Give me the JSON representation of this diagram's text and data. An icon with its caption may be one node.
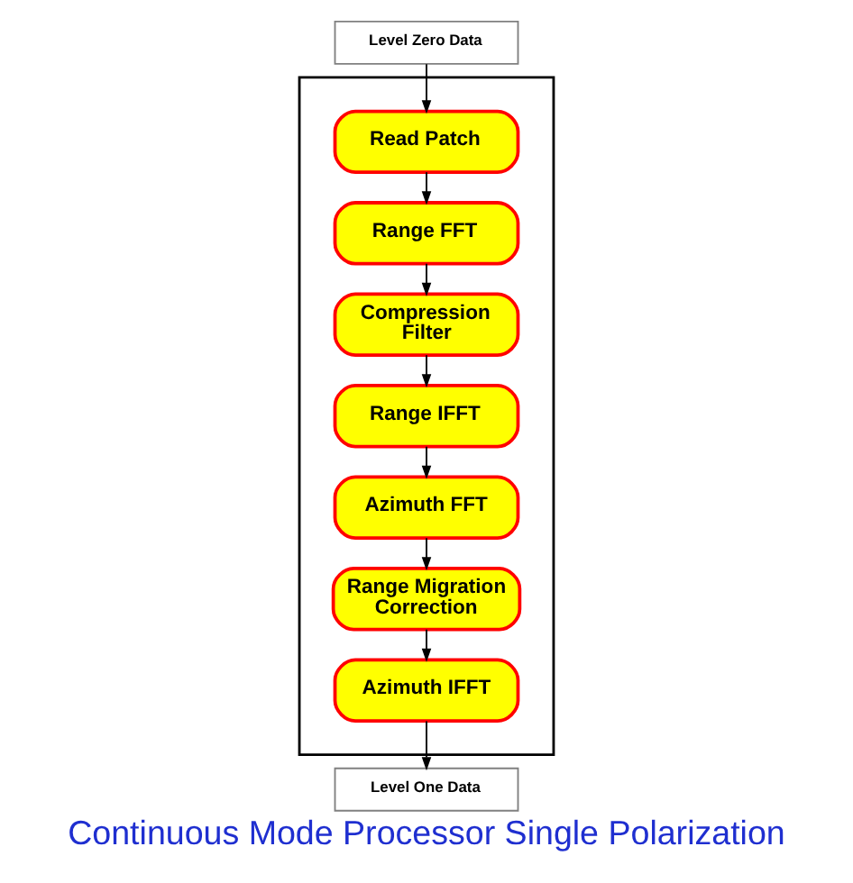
{
  "diagram": {
    "caption": "Continuous Mode Processor Single Polarization",
    "nodes": [
      {
        "text": [
          "Level Zero Data"
        ]
      },
      {
        "text": [],
        "shape": "box"
      },
      {
        "text": [
          "Read Patch"
        ],
        "in": 1
      },
      {
        "text": [
          "Range FFT"
        ],
        "in": 1
      },
      {
        "text": [
          "Compression Filter"
        ],
        "in": 1
      },
      {
        "text": [
          "Range IFFT"
        ],
        "in": 1
      },
      {
        "text": [
          "Azimuth FFT"
        ],
        "in": 1
      },
      {
        "text": [
          "Range Migration Correction"
        ],
        "in": 1
      },
      {
        "text": [
          "Azimuth IFFT"
        ],
        "in": 1
      },
      {
        "text": [
          "Level One Data"
        ]
      }
    ],
    "edges": [
      {
        "from": 0,
        "to": 2,
        "arrow": "to"
      },
      {
        "from": 2,
        "to": 3,
        "arrow": "to"
      },
      {
        "from": 3,
        "to": 4,
        "arrow": "to"
      },
      {
        "from": 4,
        "to": 5,
        "arrow": "to"
      },
      {
        "from": 5,
        "to": 6,
        "arrow": "to"
      },
      {
        "from": 6,
        "to": 7,
        "arrow": "to"
      },
      {
        "from": 7,
        "to": 8,
        "arrow": "to"
      },
      {
        "from": 8,
        "to": 9,
        "arrow": "to"
      }
    ]
  }
}
